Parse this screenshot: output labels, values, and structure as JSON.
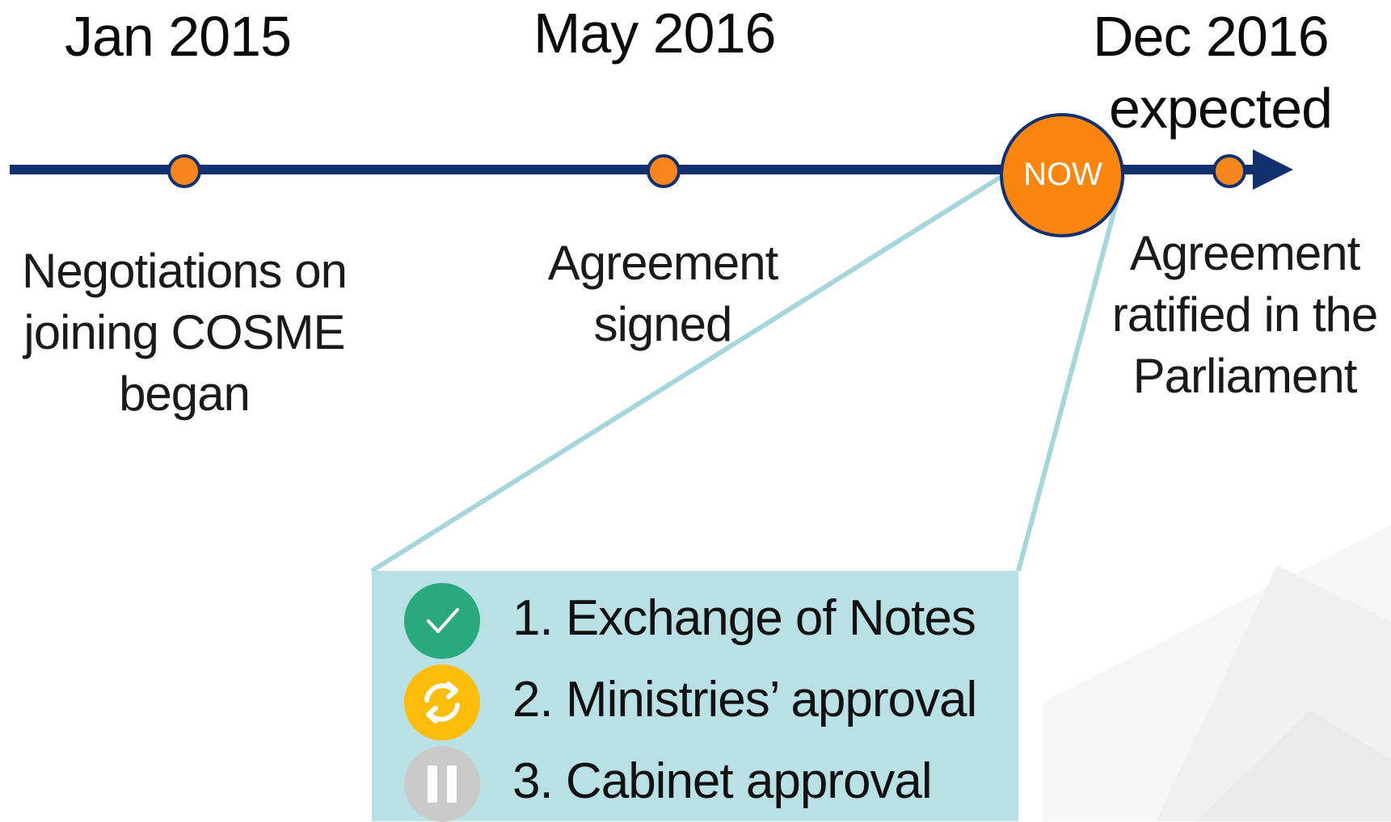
{
  "timeline": {
    "colors": {
      "line": "#13306e",
      "marker": "#f7861f",
      "now_fill": "#fa8611",
      "callout_fill": "#b8e0e5",
      "callout_line": "#a6d6dc"
    },
    "milestones": [
      {
        "date": "Jan 2015",
        "description": [
          "Negotiations on",
          "joining COSME",
          "began"
        ]
      },
      {
        "date": "May 2016",
        "description": [
          "Agreement",
          "signed"
        ]
      },
      {
        "date": [
          "Dec 2016",
          "expected"
        ],
        "description": [
          "Agreement",
          "ratified in the",
          "Parliament"
        ]
      }
    ],
    "now_label": "NOW"
  },
  "steps": [
    {
      "label": "1. Exchange of Notes",
      "status": "done",
      "icon": "checkmark-icon",
      "icon_color": "#2aa87e"
    },
    {
      "label": "2. Ministries’ approval",
      "status": "in-progress",
      "icon": "refresh-icon",
      "icon_color": "#fbbd0a"
    },
    {
      "label": "3. Cabinet approval",
      "status": "paused",
      "icon": "pause-icon",
      "icon_color": "#cacaca"
    }
  ]
}
